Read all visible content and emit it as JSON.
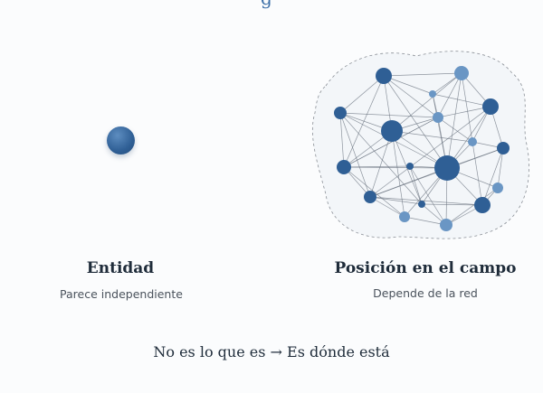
{
  "header": {
    "partial_title_glyph": "g"
  },
  "left": {
    "title": "Entidad",
    "subtitle": "Parece independiente"
  },
  "right": {
    "title": "Posición en el campo",
    "subtitle": "Depende de la red"
  },
  "footer": {
    "caption": "No es lo que es → Es dónde está"
  },
  "colors": {
    "node_dark": "#2f5f95",
    "node_light": "#6a96c4",
    "edge": "#6b7480",
    "title": "#1f2c3a"
  }
}
